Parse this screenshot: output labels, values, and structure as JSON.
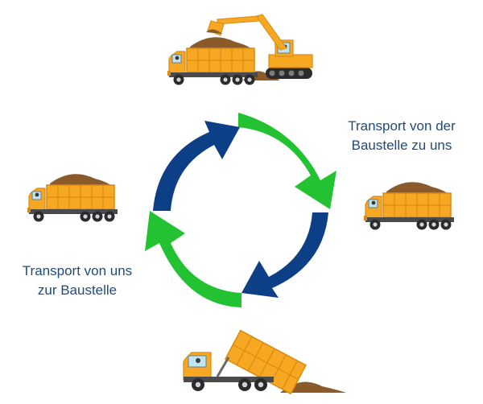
{
  "labels": {
    "right_line1": "Transport von der",
    "right_line2": "Baustelle zu uns",
    "left_line1": "Transport von uns",
    "left_line2": "zur Baustelle"
  },
  "colors": {
    "text": "#1f4a7c",
    "arrow_green": "#22c232",
    "arrow_blue": "#0d3f86",
    "truck_orange": "#f6a823",
    "truck_orange_dark": "#d98a12",
    "soil": "#8a5a2b",
    "tire": "#2b2b2b",
    "rim": "#cfd4da"
  },
  "icons": {
    "top": "excavator-loading-truck-icon",
    "right": "loaded-dump-truck-icon",
    "left": "loaded-dump-truck-icon",
    "bottom": "dump-truck-unloading-icon",
    "center": "cycle-arrows-icon"
  }
}
